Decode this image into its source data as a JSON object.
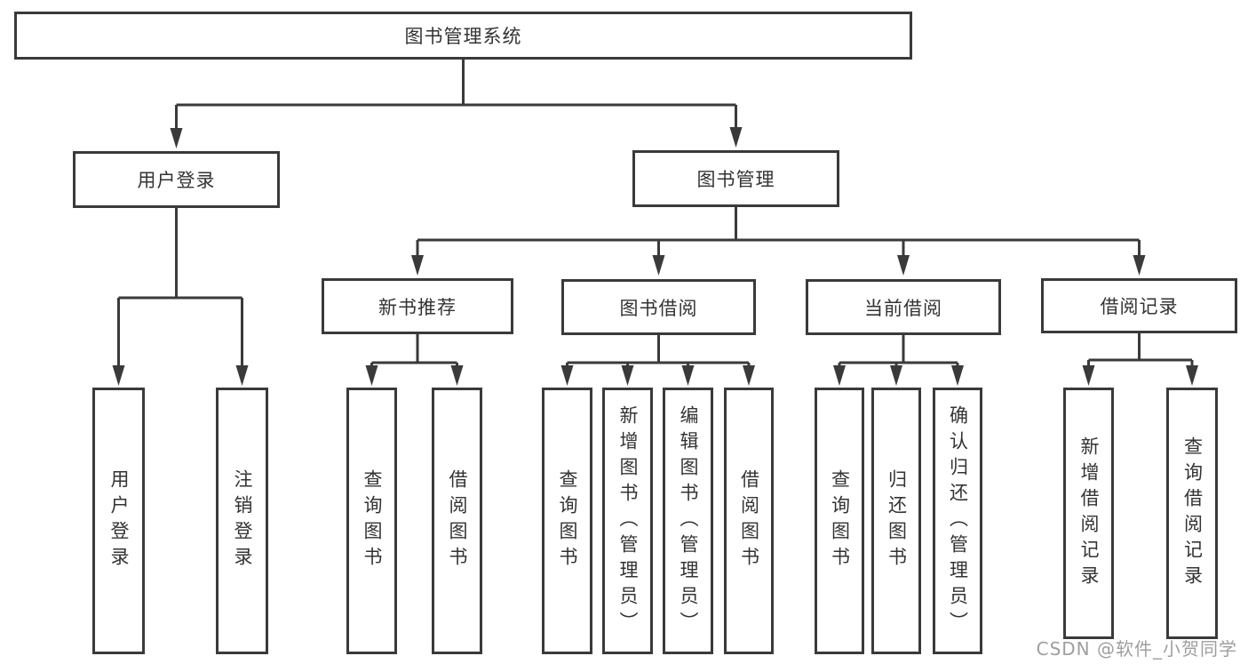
{
  "nodes": {
    "root": "图书管理系统",
    "user_login": "用户登录",
    "book_mgmt": "图书管理",
    "new_book_rec": "新书推荐",
    "book_borrow": "图书借阅",
    "current_borrow": "当前借阅",
    "borrow_record": "借阅记录",
    "login": "用户登录",
    "logout": "注销登录",
    "rec_query_book": "查询图书",
    "rec_borrow_book": "借阅图书",
    "bb_query_book": "查询图书",
    "bb_add_book": "新增图书（管理员）",
    "bb_edit_book": "编辑图书（管理员）",
    "bb_borrow_book": "借阅图书",
    "cb_query_book": "查询图书",
    "cb_return_book": "归还图书",
    "cb_confirm_return": "确认归还（管理员）",
    "br_add_record": "新增借阅记录",
    "br_query_record": "查询借阅记录"
  },
  "hierarchy": {
    "root": [
      "user_login",
      "book_mgmt"
    ],
    "user_login": [
      "login",
      "logout"
    ],
    "book_mgmt": [
      "new_book_rec",
      "book_borrow",
      "current_borrow",
      "borrow_record"
    ],
    "new_book_rec": [
      "rec_query_book",
      "rec_borrow_book"
    ],
    "book_borrow": [
      "bb_query_book",
      "bb_add_book",
      "bb_edit_book",
      "bb_borrow_book"
    ],
    "current_borrow": [
      "cb_query_book",
      "cb_return_book",
      "cb_confirm_return"
    ],
    "borrow_record": [
      "br_add_record",
      "br_query_record"
    ]
  },
  "watermark": "CSDN @软件_小贺同学",
  "colors": {
    "line": "#3a3a3a",
    "text": "#333333",
    "background": "#ffffff",
    "watermark": "#9e9e9e"
  }
}
